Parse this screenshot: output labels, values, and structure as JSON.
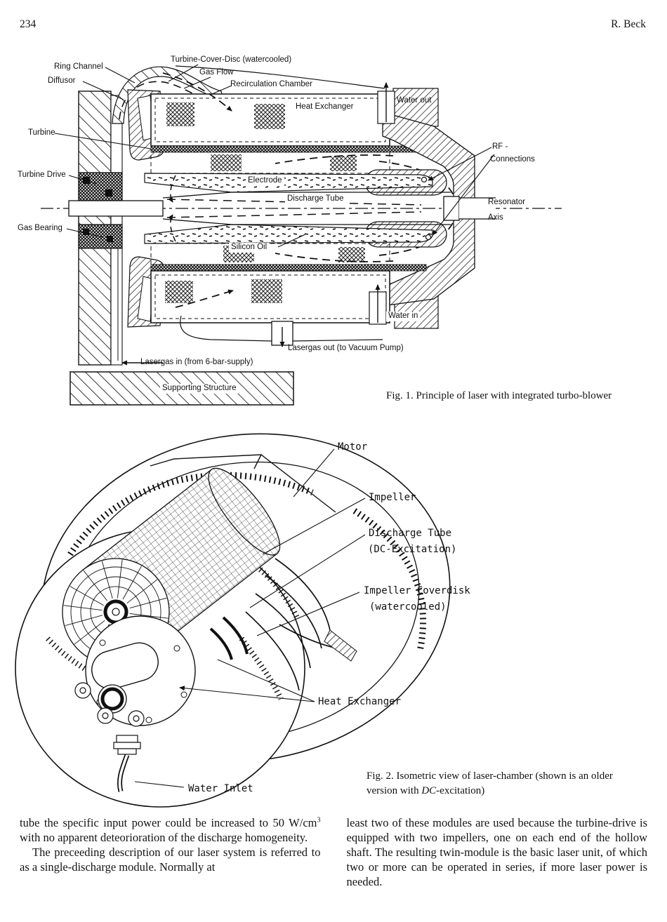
{
  "page": {
    "number": "234",
    "author": "R. Beck"
  },
  "figure1": {
    "caption": "Fig. 1. Principle of laser with integrated turbo-blower",
    "labels": {
      "ring_channel": "Ring Channel",
      "diffusor": "Diffusor",
      "turbine_cover_disc": "Turbine-Cover-Disc (watercooled)",
      "gas_flow": "Gas Flow",
      "recirculation_chamber": "Recirculation Chamber",
      "heat_exchanger": "Heat Exchanger",
      "water_out": "Water out",
      "turbine": "Turbine",
      "turbine_drive": "Turbine Drive",
      "electrode": "Electrode",
      "discharge_tube": "Discharge Tube",
      "rf_line1": "RF -",
      "rf_line2": "Connections",
      "resonator": "Resonator",
      "axis": "Axis",
      "gas_bearing": "Gas Bearing",
      "silicon_oil": "Silicon Oil",
      "water_in": "Water in",
      "lasergas_out": "Lasergas out (to Vacuum Pump)",
      "lasergas_in": "Lasergas in (from 6-bar-supply)",
      "supporting_structure": "Supporting Structure"
    }
  },
  "figure2": {
    "caption_line1": "Fig. 2. Isometric view of laser-chamber (shown is an older",
    "caption_line2_pre": "version with ",
    "caption_line2_italic": "DC",
    "caption_line2_post": "-excitation)",
    "labels": {
      "motor": "Motor",
      "impeller": "Impeller",
      "discharge_tube_1": "Discharge Tube",
      "discharge_tube_2": "(DC-Excitation)",
      "coverdisk_1": "Impeller Coverdisk",
      "coverdisk_2": "(watercooled)",
      "heat_exchanger": "Heat Exchanger",
      "water_inlet": "Water Inlet"
    }
  },
  "body": {
    "left": {
      "p1a": "tube the specific input power could be increased to 50 W/cm",
      "p1sup": "3",
      "p1b": " with no apparent deteorioration of the discharge homogeneity.",
      "p2": "The preceeding description of our laser system is referred to as a single-discharge module. Normally at"
    },
    "right": {
      "p1": "least two of these modules are used because the turbine-drive is equipped with two impellers, one on each end of the hollow shaft. The resulting twin-module is the basic laser unit, of which two or more can be operated in series, if more laser power is needed."
    }
  }
}
